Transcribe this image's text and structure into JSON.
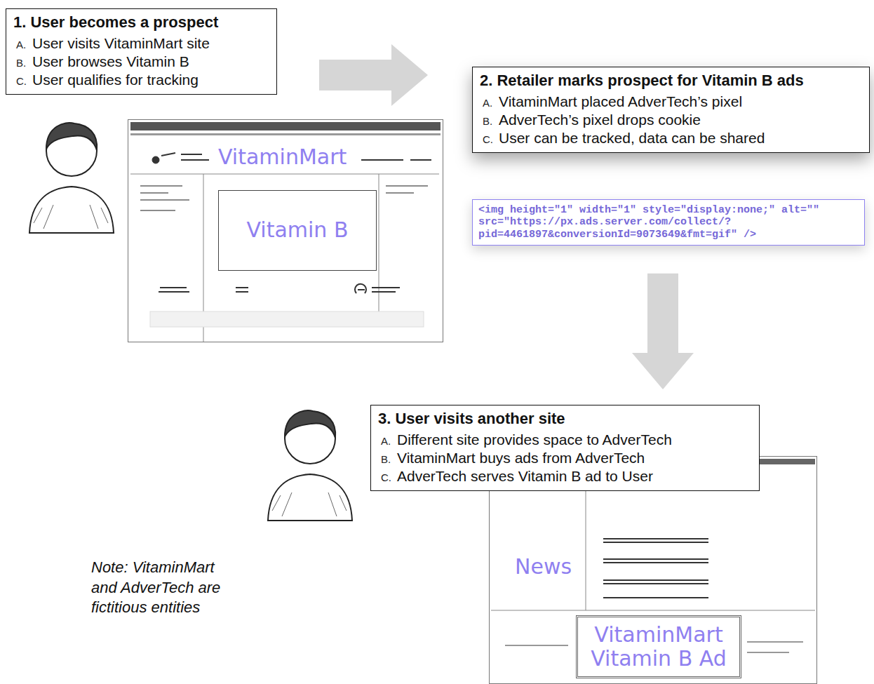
{
  "diagram": {
    "nodes": [
      {
        "text": [
          "1. User becomes a prospect",
          "A.",
          "User visits VitaminMart site",
          "B.",
          "User browses Vitamin B",
          "C.",
          "User qualifies for tracking"
        ]
      },
      {
        "text": [
          "VitaminMart"
        ]
      },
      {
        "text": [
          "Vitamin B"
        ],
        "in": 1
      },
      {
        "text": [
          "2. Retailer marks prospect for Vitamin B ads",
          "A.",
          "VitaminMart placed AdverTech’s pixel",
          "B.",
          "AdverTech’s pixel drops cookie",
          "C.",
          "User can be tracked, data can be shared"
        ]
      },
      {
        "text": [
          "<img height=\"1\" width=\"1\" style=\"display:none;\" alt=\"\" src=\"https://px.ads.server.com/collect/?pid=4461897&conversionId=9073649&fmt=gif\" />"
        ]
      },
      {
        "text": [
          "3. User visits another site",
          "A.",
          "Different site provides space to AdverTech",
          "B.",
          "VitaminMart buys ads from AdverTech",
          "C.",
          "AdverTech serves Vitamin B ad to User"
        ]
      },
      {
        "text": [
          "News"
        ]
      },
      {
        "text": [
          "VitaminMart Vitamin B Ad"
        ],
        "in": 6
      }
    ],
    "edges": [
      {
        "from": 0,
        "to": 3,
        "arrow": "to"
      },
      {
        "from": 4,
        "to": 5,
        "arrow": "to"
      }
    ],
    "labels": [
      "Note: VitaminMart and AdverTech are fictitious entities"
    ]
  }
}
